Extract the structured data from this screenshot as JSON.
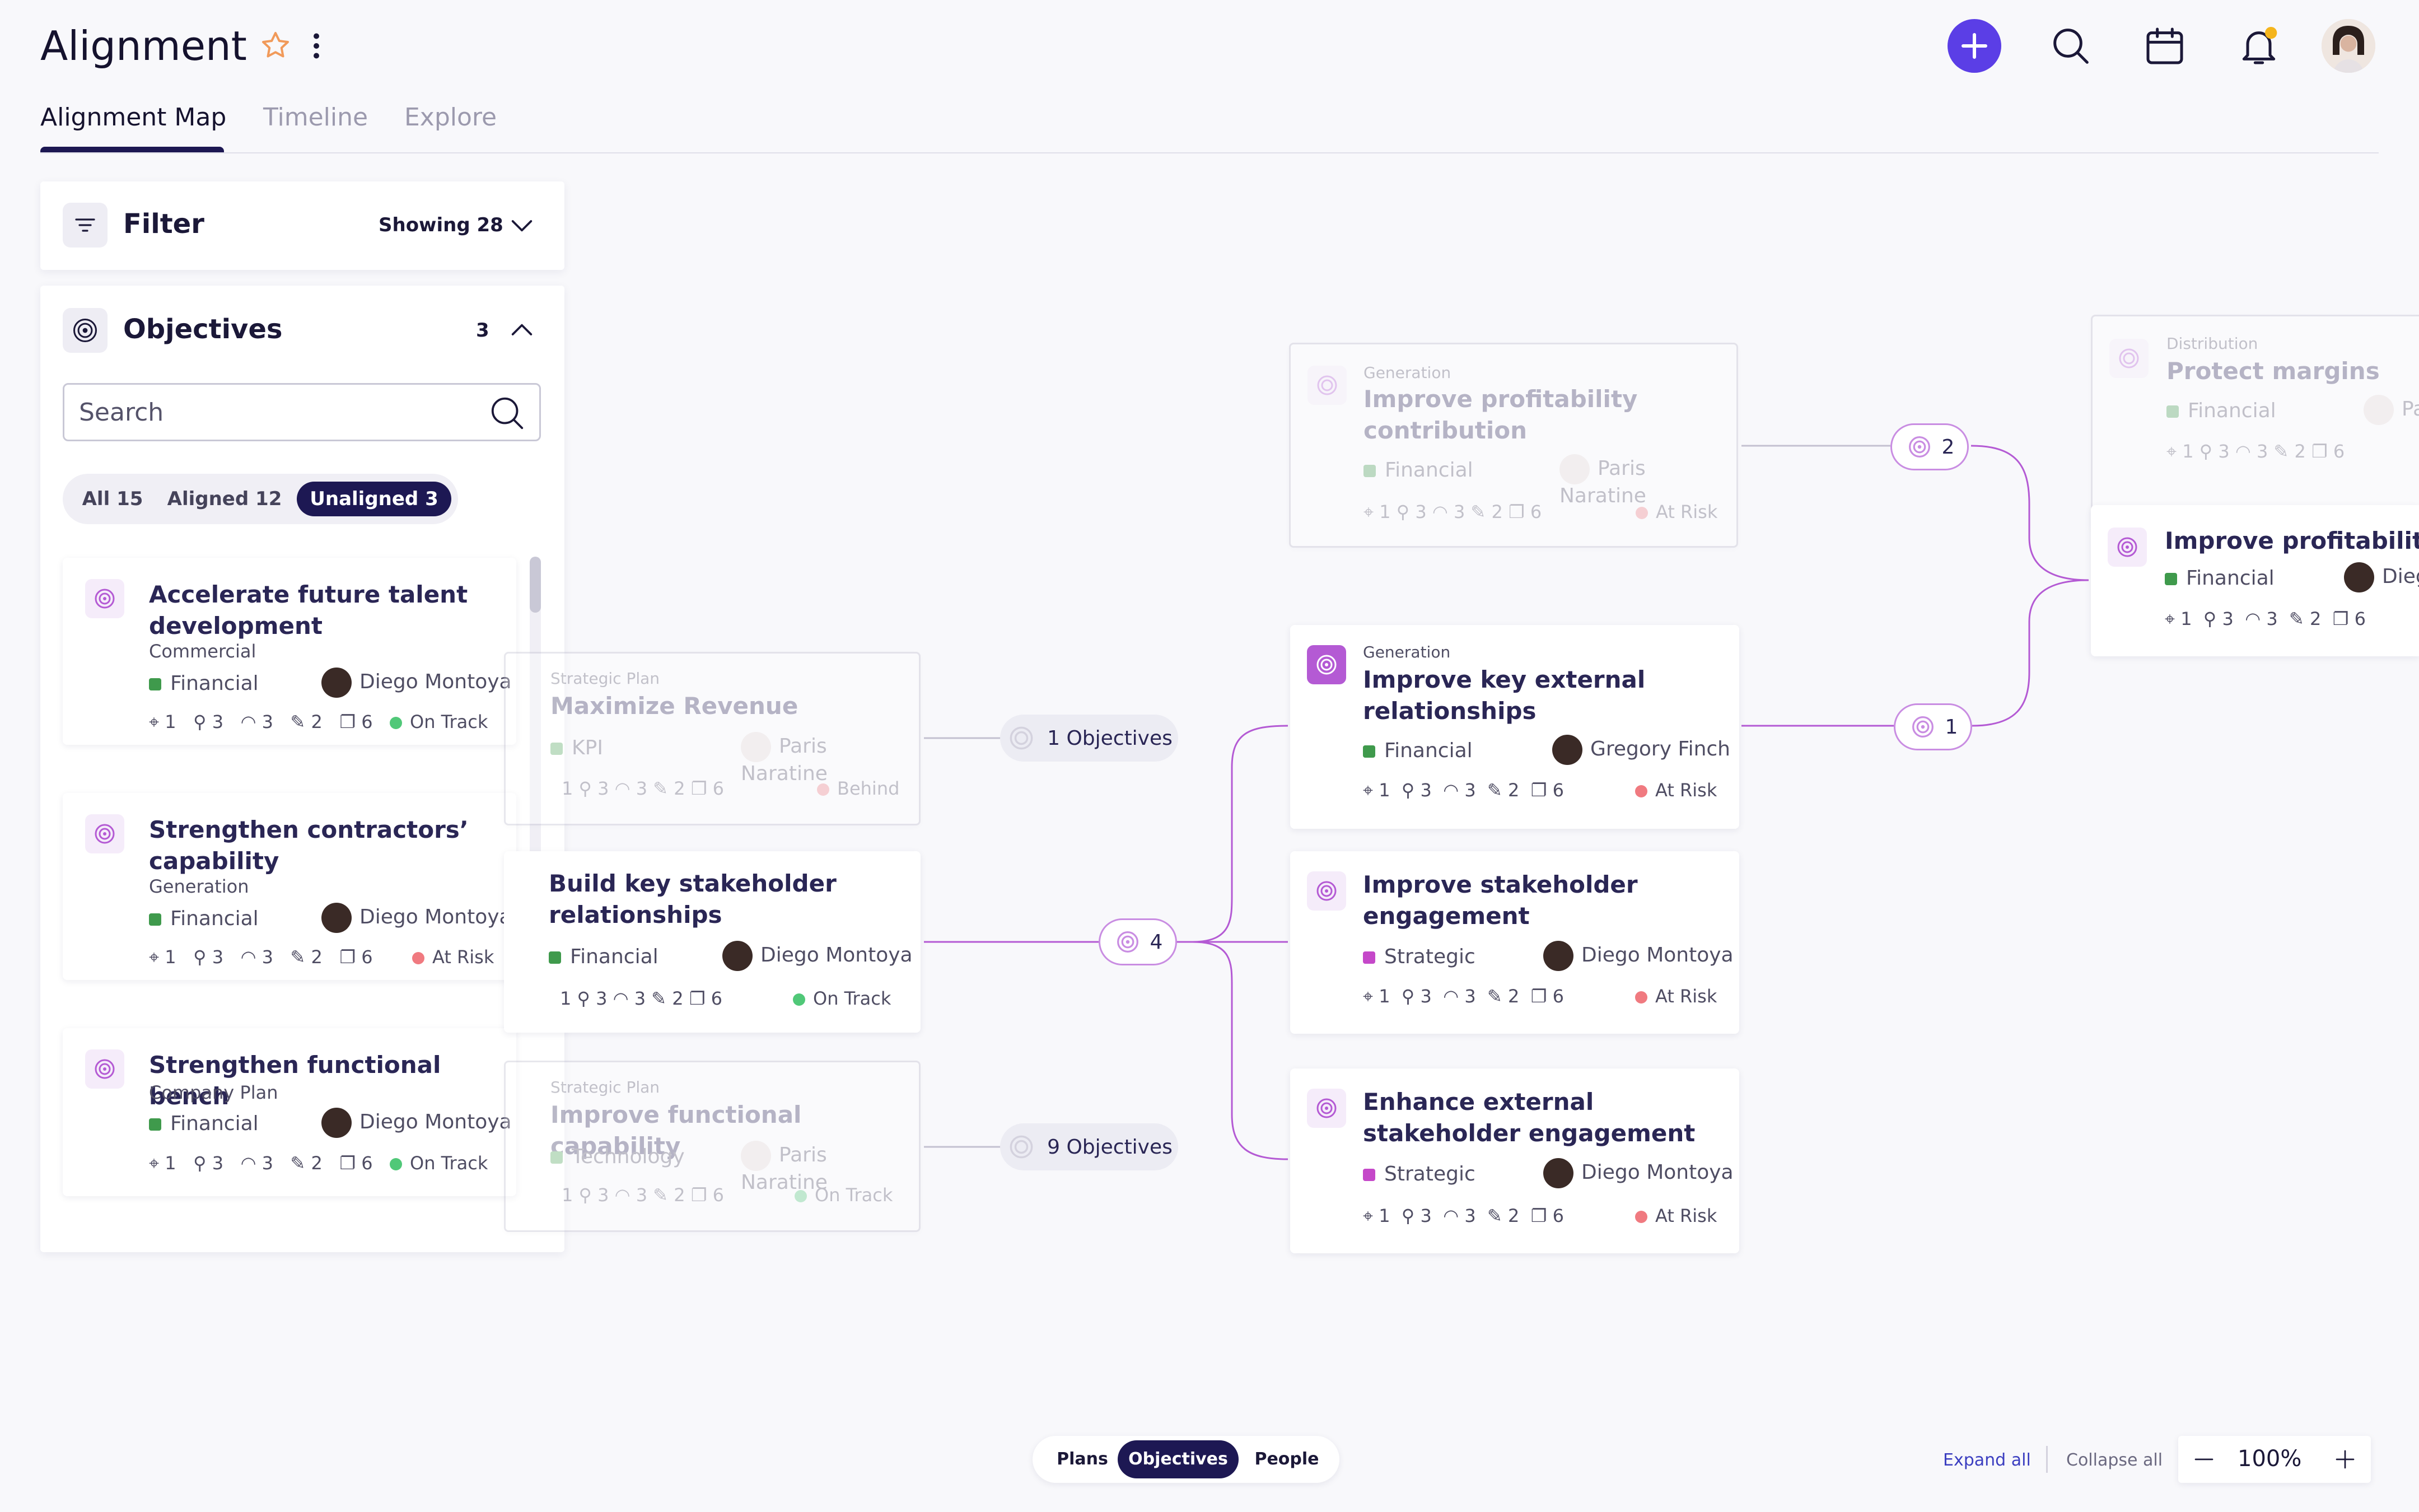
{
  "header": {
    "title": "Alignment",
    "tabs": [
      "Alignment Map",
      "Timeline",
      "Explore"
    ]
  },
  "colors": {
    "accent": "#5b3ee6",
    "navy": "#1d1853",
    "purple": "#b45ad4",
    "financial": "#3f9a4c",
    "strategic": "#c548c9",
    "at_risk": "#f07a80",
    "on_track": "#50c878",
    "notification": "#f5b51c"
  },
  "filter": {
    "title": "Filter",
    "showing": "Showing 28"
  },
  "objectives_panel": {
    "title": "Objectives",
    "count": "3",
    "search_placeholder": "Search",
    "segments": [
      "All 15",
      "Aligned 12",
      "Unaligned 3"
    ],
    "items": [
      {
        "title": "Accelerate future talent development",
        "subtitle": "Commercial",
        "tag": "Financial",
        "owner": "Diego Montoya",
        "stats": [
          "1",
          "3",
          "3",
          "2",
          "6"
        ],
        "status": "On Track"
      },
      {
        "title": "Strengthen contractors’ capability",
        "subtitle": "Generation",
        "tag": "Financial",
        "owner": "Diego Montoya",
        "stats": [
          "1",
          "3",
          "3",
          "2",
          "6"
        ],
        "status": "At Risk"
      },
      {
        "title": "Strengthen functional bench",
        "subtitle": "Company Plan",
        "tag": "Financial",
        "owner": "Diego Montoya",
        "stats": [
          "1",
          "3",
          "3",
          "2",
          "6"
        ],
        "status": "On Track"
      }
    ]
  },
  "map": {
    "left_cards": [
      {
        "plan": "Strategic Plan",
        "title": "Maximize Revenue",
        "tag": "KPI",
        "owner": "Paris Naratine",
        "stats": [
          "1",
          "3",
          "3",
          "2",
          "6"
        ],
        "status": "Behind"
      },
      {
        "plan": "",
        "title": "Build key stakeholder relationships",
        "tag": "Financial",
        "owner": "Diego Montoya",
        "stats": [
          "1",
          "3",
          "3",
          "2",
          "6"
        ],
        "status": "On Track"
      },
      {
        "plan": "Strategic Plan",
        "title": "Improve functional capability",
        "tag": "Technology",
        "owner": "Paris Naratine",
        "stats": [
          "1",
          "3",
          "3",
          "2",
          "6"
        ],
        "status": "On Track"
      }
    ],
    "center_cards": [
      {
        "plan": "Generation",
        "title": "Improve profitability contribution",
        "tag": "Financial",
        "owner": "Paris Naratine",
        "stats": [
          "1",
          "3",
          "3",
          "2",
          "6"
        ],
        "status": "At Risk"
      },
      {
        "plan": "Generation",
        "title": "Improve key external relationships",
        "tag": "Financial",
        "owner": "Gregory Finch",
        "stats": [
          "1",
          "3",
          "3",
          "2",
          "6"
        ],
        "status": "At Risk"
      },
      {
        "plan": "",
        "title": "Improve stakeholder engagement",
        "tag": "Strategic",
        "owner": "Diego Montoya",
        "stats": [
          "1",
          "3",
          "3",
          "2",
          "6"
        ],
        "status": "At Risk"
      },
      {
        "plan": "",
        "title": "Enhance external stakeholder engagement",
        "tag": "Strategic",
        "owner": "Diego Montoya",
        "stats": [
          "1",
          "3",
          "3",
          "2",
          "6"
        ],
        "status": "At Risk"
      }
    ],
    "right_cards": [
      {
        "plan": "Distribution",
        "title": "Protect margins",
        "tag": "Financial",
        "owner": "Par",
        "stats": [
          "1",
          "3",
          "3",
          "2",
          "6"
        ]
      },
      {
        "plan": "",
        "title": "Improve profitability",
        "tag": "Financial",
        "owner": "Dieg",
        "stats": [
          "1",
          "3",
          "3",
          "2",
          "6"
        ]
      }
    ],
    "nodes": {
      "objectives_1": "1",
      "objectives_1_label": "Objectives",
      "objectives_9": "9",
      "objectives_9_label": "Objectives",
      "node_4": "4",
      "node_2": "2",
      "node_1": "1"
    }
  },
  "bottom_nav": [
    "Plans",
    "Objectives",
    "People"
  ],
  "controls": {
    "expand_all": "Expand all",
    "collapse_all": "Collapse all",
    "zoom": "100%"
  }
}
